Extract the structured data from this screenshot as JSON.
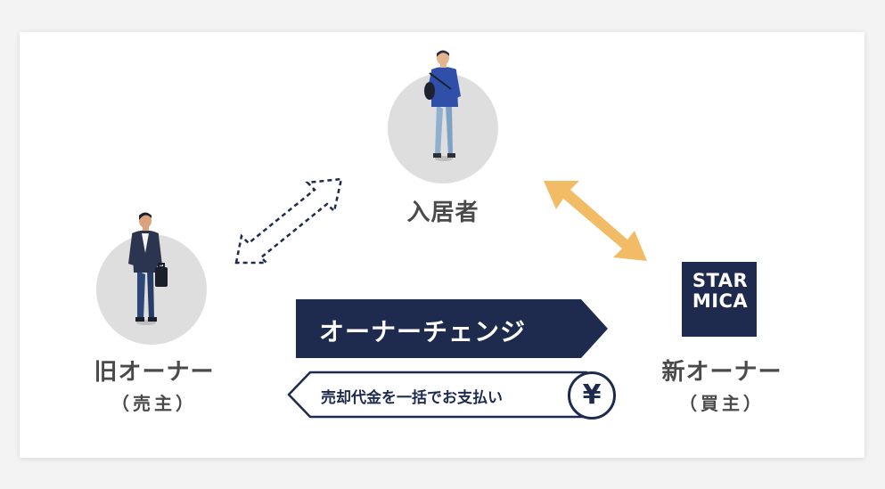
{
  "tenant": {
    "label": "入居者"
  },
  "old_owner": {
    "label": "旧オーナー",
    "sub": "（売主）"
  },
  "new_owner": {
    "label": "新オーナー",
    "sub": "（買主）"
  },
  "banner": {
    "text": "オーナーチェンジ"
  },
  "payment": {
    "text": "売却代金を一括でお支払い",
    "yen_symbol": "¥"
  },
  "logo": {
    "line1": "STAR",
    "line2": "MICA"
  },
  "colors": {
    "navy": "#1e2a4e",
    "orange_arrow": "#f2bc66",
    "circle_gray": "#dedede",
    "label_gray": "#4a4a4a"
  },
  "icons": [
    "person-tenant-icon",
    "person-seller-icon",
    "dashed-double-arrow-icon",
    "orange-double-arrow-icon",
    "yen-icon"
  ]
}
